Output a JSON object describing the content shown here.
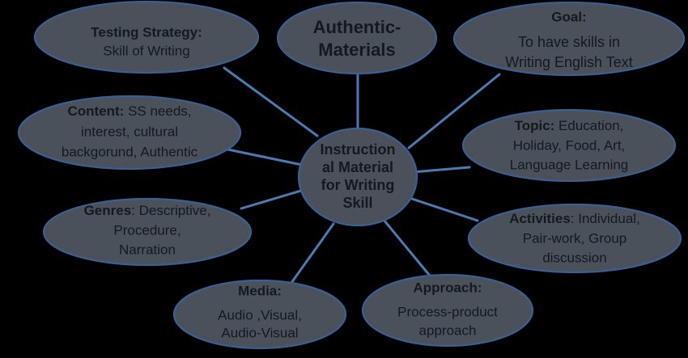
{
  "diagram": {
    "type": "mind-map",
    "title": "Instructional Material for Writing Skill",
    "background_color": "#000000",
    "node_fill_color": "#4a515b",
    "node_border_color": "#3a6093",
    "connector_color": "#4a7ab0",
    "text_color": "#15181d",
    "center": {
      "id": "center",
      "lines": [
        "Instruction",
        "al Material",
        "for Writing",
        "Skill"
      ]
    },
    "nodes": [
      {
        "id": "testing-strategy",
        "label": "Testing Strategy",
        "lines": [
          {
            "bold": "Testing Strategy:",
            "regular": ""
          },
          {
            "bold": "",
            "regular": "Skill of Writing"
          }
        ]
      },
      {
        "id": "authentic-materials",
        "label": "Authentic-Materials",
        "lines": [
          {
            "bold": "Authentic-",
            "regular": ""
          },
          {
            "bold": "Materials",
            "regular": ""
          }
        ]
      },
      {
        "id": "goal",
        "label": "Goal",
        "lines": [
          {
            "bold": "Goal:",
            "regular": ""
          },
          {
            "bold": "",
            "regular": "To have skills in"
          },
          {
            "bold": "",
            "regular": "Writing English Text"
          }
        ]
      },
      {
        "id": "content",
        "label": "Content",
        "lines": [
          {
            "bold": "Content:",
            "regular": " SS needs,"
          },
          {
            "bold": "",
            "regular": "interest, cultural"
          },
          {
            "bold": "",
            "regular": "backgorund, Authentic"
          }
        ]
      },
      {
        "id": "topic",
        "label": "Topic",
        "lines": [
          {
            "bold": "Topic:",
            "regular": " Education,"
          },
          {
            "bold": "",
            "regular": "Holiday, Food, Art,"
          },
          {
            "bold": "",
            "regular": "Language Learning"
          }
        ]
      },
      {
        "id": "genres",
        "label": "Genres",
        "lines": [
          {
            "bold": "Genres",
            "regular": ": Descriptive,"
          },
          {
            "bold": "",
            "regular": "Procedure,"
          },
          {
            "bold": "",
            "regular": "Narration"
          }
        ]
      },
      {
        "id": "activities",
        "label": "Activities",
        "lines": [
          {
            "bold": "Activities",
            "regular": ":  Individual,"
          },
          {
            "bold": "",
            "regular": "Pair-work, Group"
          },
          {
            "bold": "",
            "regular": "discussion"
          }
        ]
      },
      {
        "id": "media",
        "label": "Media",
        "lines": [
          {
            "bold": "Media:",
            "regular": ""
          },
          {
            "bold": "",
            "regular": "Audio ,Visual,"
          },
          {
            "bold": "",
            "regular": "Audio-Visual"
          }
        ]
      },
      {
        "id": "approach",
        "label": "Approach",
        "lines": [
          {
            "bold": "Approach:",
            "regular": ""
          },
          {
            "bold": "",
            "regular": "Process-product"
          },
          {
            "bold": "",
            "regular": "approach"
          }
        ]
      }
    ]
  }
}
